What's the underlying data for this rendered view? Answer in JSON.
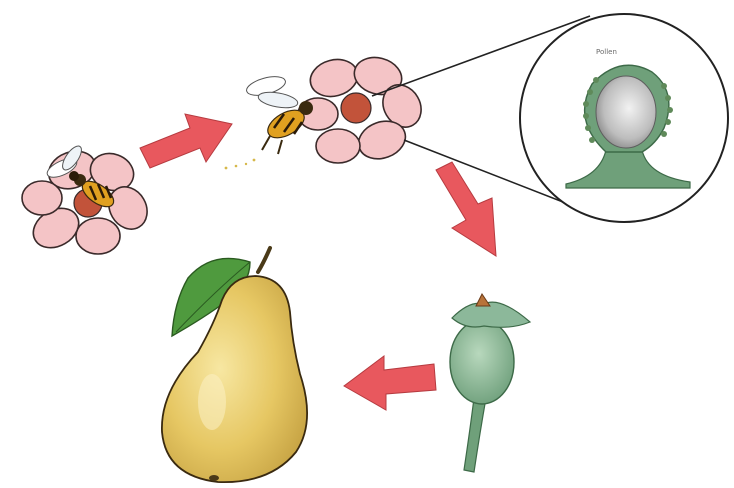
{
  "diagram": {
    "inset_label": "Pollen",
    "colors": {
      "petal": "#f4c4c6",
      "petal_stroke": "#3a2a2a",
      "flower_center": "#c2533a",
      "bee_body": "#e0a020",
      "arrow": "#e8585e",
      "ovary": "#8cb89a",
      "stem": "#6fa07a",
      "pear": "#e9cf6e",
      "leaf": "#4f9a3e",
      "pollen_dot": "#5f8a5a"
    },
    "stages": [
      "flower-with-bee",
      "bee-on-flower",
      "stigma-inset",
      "fertilized-ovary",
      "pear-fruit"
    ]
  }
}
